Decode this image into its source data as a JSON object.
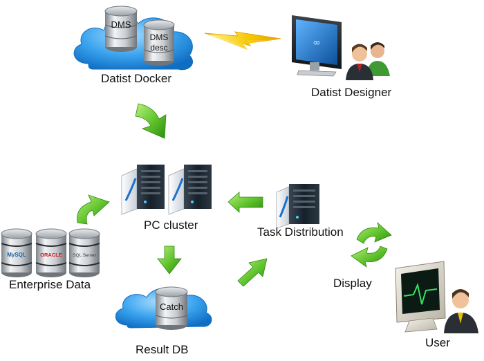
{
  "nodes": {
    "docker": {
      "label": "Datist Docker",
      "db1": "DMS",
      "db2_line1": "DMS",
      "db2_line2": "desc"
    },
    "designer": {
      "label": "Datist Designer"
    },
    "cluster": {
      "label": "PC cluster"
    },
    "task": {
      "label": "Task Distribution"
    },
    "enterprise": {
      "label": "Enterprise Data",
      "db_brands": [
        "MySQL",
        "ORACLE",
        "SQL Server"
      ]
    },
    "result": {
      "label": "Result DB",
      "db": "Catch"
    },
    "display": {
      "label": "Display"
    },
    "user": {
      "label": "User"
    }
  },
  "colors": {
    "cloud": "#1f8fe0",
    "cloud_light": "#7cc8ff",
    "arrow_green": "#4caf1e",
    "arrow_green_light": "#9be26a",
    "bolt": "#f5c400",
    "server_dark": "#1b2630",
    "monitor_screen": "#1a6fc0"
  },
  "icons": [
    "cloud-icon",
    "database-icon",
    "lightning-icon",
    "monitor-icon",
    "people-icon",
    "server-icon",
    "green-arrow-icon",
    "refresh-cycle-icon",
    "user-icon"
  ]
}
